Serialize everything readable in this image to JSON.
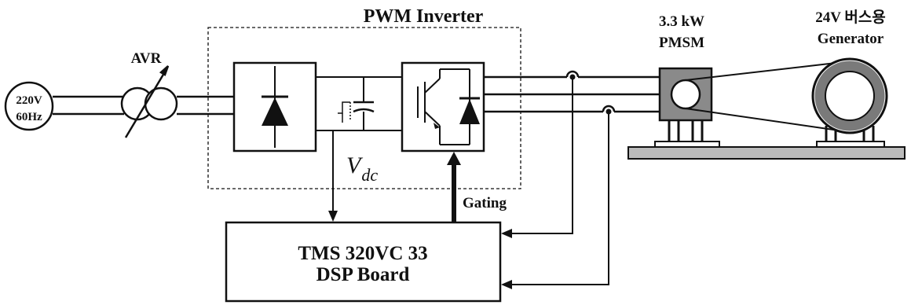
{
  "labels": {
    "pwm_inverter": "PWM Inverter",
    "avr": "AVR",
    "source_voltage": "220V",
    "source_freq": "60Hz",
    "motor_rating": "3.3 kW",
    "motor_type": "PMSM",
    "generator_top": "24V 버스용",
    "generator": "Generator",
    "vdc_main": "V",
    "vdc_sub": "dc",
    "gating": "Gating",
    "dsp_line1": "TMS 320VC 33",
    "dsp_line2": "DSP Board"
  }
}
